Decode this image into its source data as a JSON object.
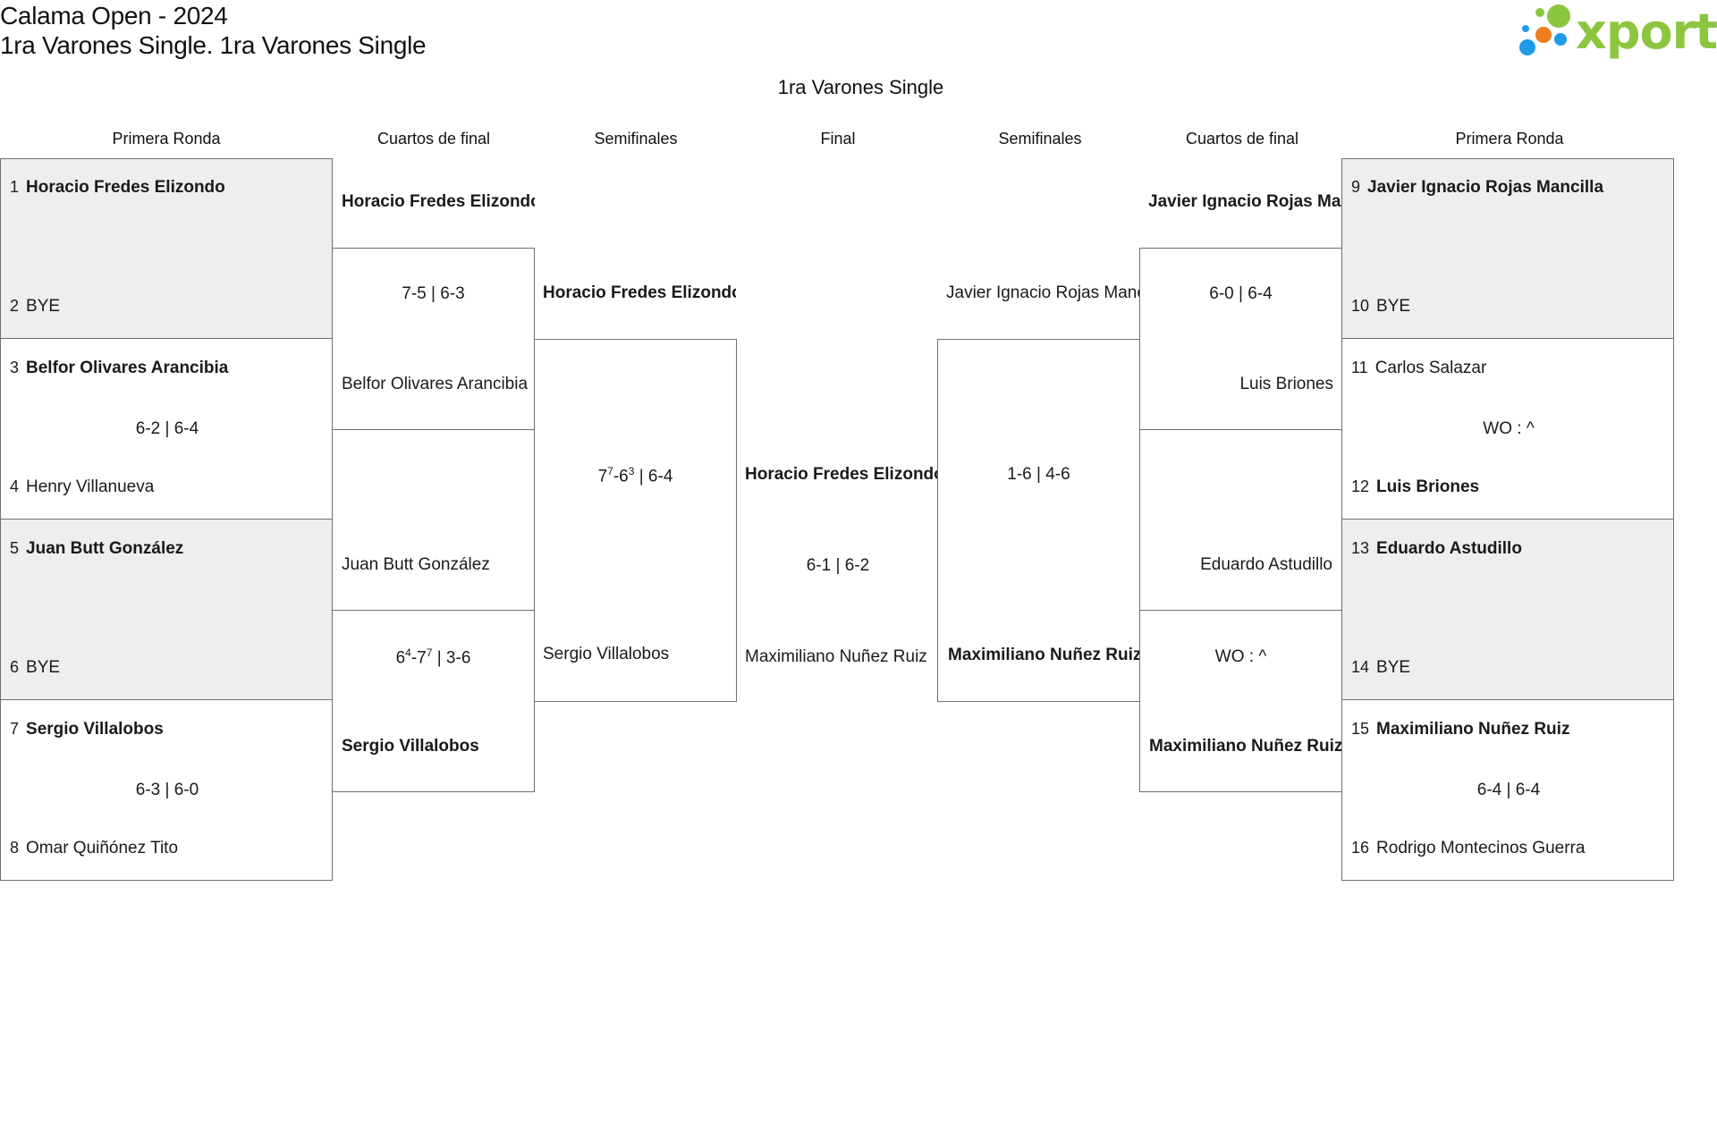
{
  "header": {
    "title": "Calama Open - 2024",
    "subtitle": "1ra Varones Single. 1ra Varones Single",
    "category": "1ra Varones Single"
  },
  "logo": {
    "text": "xporty",
    "colors": [
      "#8cc63f",
      "#f07d1f",
      "#1e9be9"
    ]
  },
  "rounds": {
    "r1": "Primera Ronda",
    "qf": "Cuartos de final",
    "sf": "Semifinales",
    "f": "Final"
  },
  "left": {
    "r1": [
      {
        "s1": "1",
        "p1": "Horacio Fredes Elizondo",
        "s2": "2",
        "p2": "BYE",
        "result": ""
      },
      {
        "s1": "3",
        "p1": "Belfor Olivares Arancibia",
        "s2": "4",
        "p2": "Henry Villanueva",
        "result": "6-2 | 6-4"
      },
      {
        "s1": "5",
        "p1": "Juan Butt González",
        "s2": "6",
        "p2": "BYE",
        "result": ""
      },
      {
        "s1": "7",
        "p1": "Sergio Villalobos",
        "s2": "8",
        "p2": "Omar Quiñónez Tito",
        "result": "6-3 | 6-0"
      }
    ],
    "qf": [
      {
        "p1": "Horacio Fredes Elizondo",
        "p2": "Belfor Olivares Arancibia",
        "result": "7-5 | 6-3"
      },
      {
        "p1": "Juan Butt González",
        "p2": "Sergio Villalobos",
        "result": "6⁴-7⁷ | 3-6"
      }
    ],
    "sf": {
      "p1": "Horacio Fredes Elizondo",
      "p2": "Sergio Villalobos",
      "result": "7⁷-6³ | 6-4"
    }
  },
  "final": {
    "p1": "Horacio Fredes Elizondo",
    "p2": "Maximiliano Nuñez Ruiz",
    "result": "6-1 | 6-2"
  },
  "right": {
    "r1": [
      {
        "s1": "9",
        "p1": "Javier Ignacio Rojas Mancilla",
        "s2": "10",
        "p2": "BYE",
        "result": ""
      },
      {
        "s1": "11",
        "p1": "Carlos Salazar",
        "s2": "12",
        "p2": "Luis Briones",
        "result": "WO : ^"
      },
      {
        "s1": "13",
        "p1": "Eduardo Astudillo",
        "s2": "14",
        "p2": "BYE",
        "result": ""
      },
      {
        "s1": "15",
        "p1": "Maximiliano Nuñez Ruiz",
        "s2": "16",
        "p2": "Rodrigo Montecinos Guerra",
        "result": "6-4 | 6-4"
      }
    ],
    "qf": [
      {
        "p1": "Javier Ignacio Rojas Mancilla",
        "p2": "Luis Briones",
        "result": "6-0 | 6-4"
      },
      {
        "p1": "Eduardo Astudillo",
        "p2": "Maximiliano Nuñez Ruiz",
        "result": "WO : ^"
      }
    ],
    "sf": {
      "p1": "Javier Ignacio Rojas Mancilla",
      "p2": "Maximiliano Nuñez Ruiz",
      "result": "1-6 | 4-6"
    }
  }
}
